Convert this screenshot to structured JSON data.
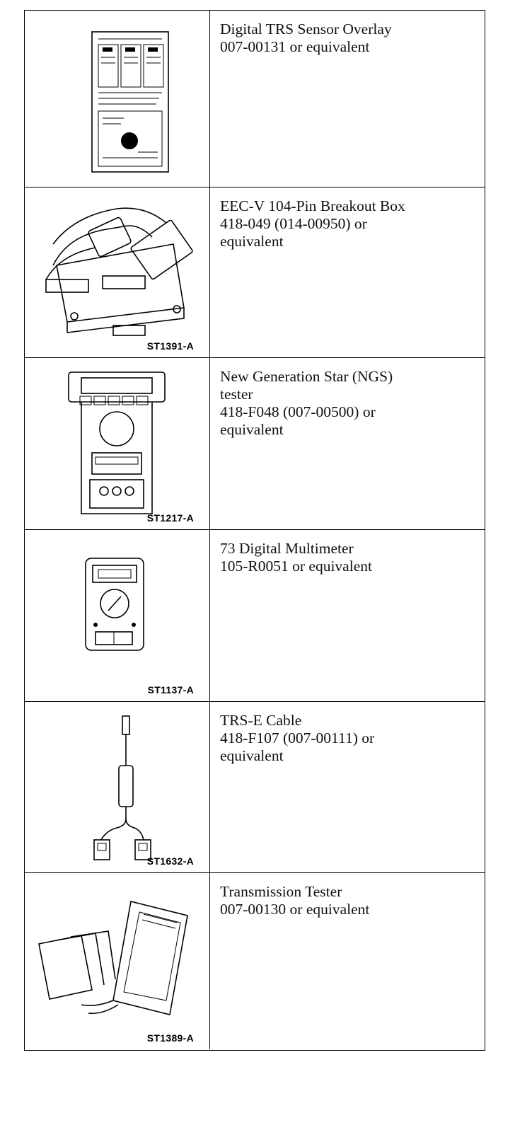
{
  "tools": [
    {
      "id": "trs-overlay",
      "lines": [
        "Digital TRS Sensor Overlay",
        "007-00131 or equivalent"
      ],
      "part_code": "",
      "icon": "overlay-sheet-icon"
    },
    {
      "id": "breakout-box",
      "lines": [
        "EEC-V 104-Pin Breakout Box",
        "418-049 (014-00950) or",
        "equivalent"
      ],
      "part_code": "ST1391-A",
      "icon": "breakout-box-icon"
    },
    {
      "id": "ngs-tester",
      "lines": [
        "New Generation Star (NGS)",
        "tester",
        "418-F048 (007-00500) or",
        "equivalent"
      ],
      "part_code": "ST1217-A",
      "icon": "ngs-tester-icon"
    },
    {
      "id": "multimeter",
      "lines": [
        "73 Digital Multimeter",
        "105-R0051 or equivalent"
      ],
      "part_code": "ST1137-A",
      "icon": "multimeter-icon"
    },
    {
      "id": "trs-cable",
      "lines": [
        "TRS-E Cable",
        "418-F107 (007-00111) or",
        "equivalent"
      ],
      "part_code": "ST1632-A",
      "icon": "cable-icon"
    },
    {
      "id": "transmission-tester",
      "lines": [
        "Transmission Tester",
        "007-00130 or equivalent"
      ],
      "part_code": "ST1389-A",
      "icon": "transmission-tester-icon"
    }
  ]
}
